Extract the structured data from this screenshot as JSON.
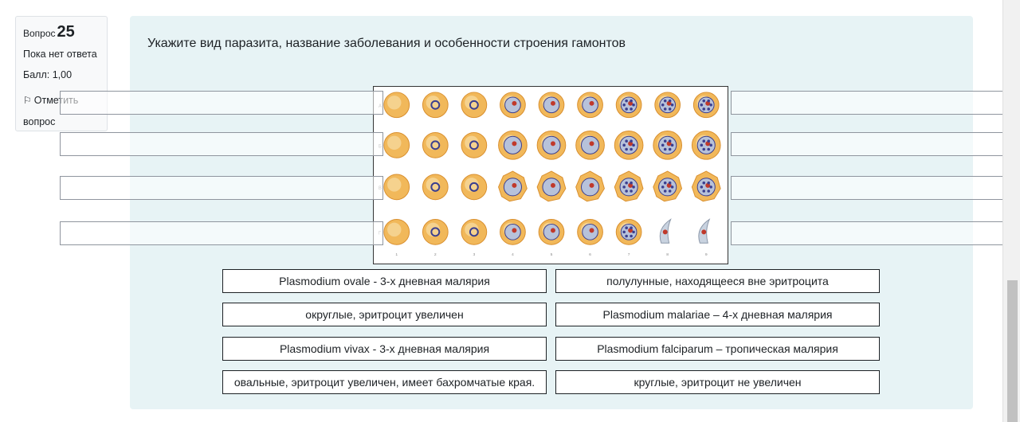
{
  "question_info": {
    "label": "Вопрос",
    "number": "25",
    "state": "Пока нет ответа",
    "grade": "Балл: 1,00",
    "flag_label": "Отметить",
    "flag_label2": "вопрос"
  },
  "question_text": "Укажите вид паразита, название заболевания  и особенности строения  гамонтов",
  "image": {
    "row_letters": [
      "А",
      "Б",
      "В",
      "Г"
    ],
    "column_numbers": [
      "1",
      "2",
      "3",
      "4",
      "5",
      "6",
      "7",
      "8",
      "9"
    ]
  },
  "choices": [
    "Plasmodium ovale - 3-х дневная малярия",
    "полулунные, находящееся вне эритроцита",
    "округлые, эритроцит увеличен",
    "Plasmodium malariae – 4-х дневная малярия",
    "Plasmodium vivax - 3-х дневная малярия",
    "Plasmodium falciparum – тропическая малярия",
    "овальные, эритроцит увеличен, имеет бахромчатые края.",
    "круглые, эритроцит не увеличен"
  ],
  "colors": {
    "content_bg": "#e7f3f5",
    "cell_fill": "#f1b85a",
    "cell_light": "#f8e2b0",
    "nucleus": "#3b3f8f",
    "pigment": "#c0392b"
  }
}
